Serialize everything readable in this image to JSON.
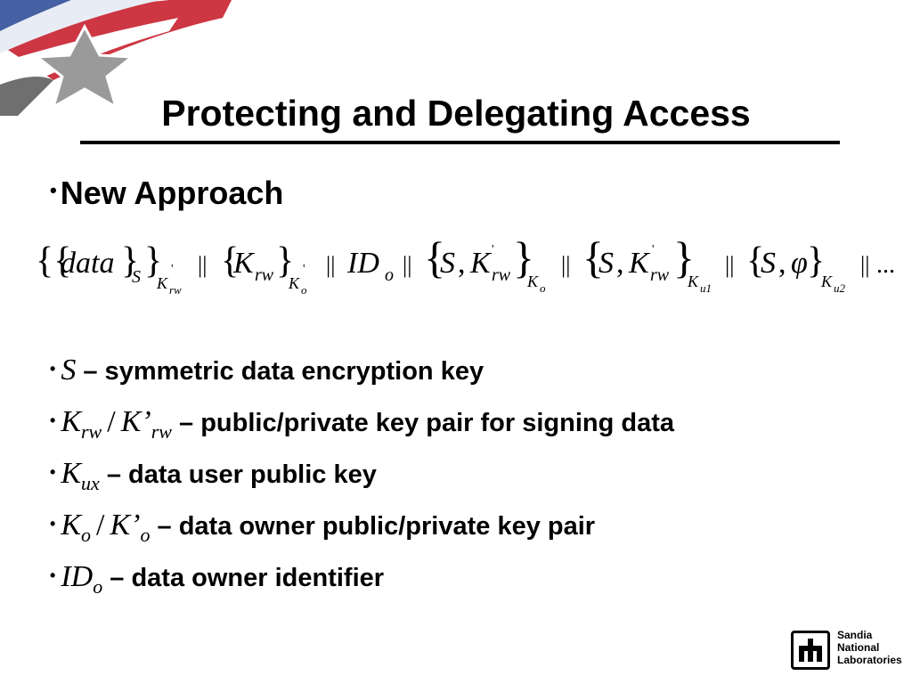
{
  "slide": {
    "title": "Protecting and Delegating Access",
    "main_bullet": "New Approach",
    "definitions": [
      {
        "symbol_base": "S",
        "symbol_sub": "",
        "symbol_pair_base": "",
        "symbol_pair_sub": "",
        "text": "– symmetric data encryption key"
      },
      {
        "symbol_base": "K",
        "symbol_sub": "rw",
        "symbol_pair_base": "K’",
        "symbol_pair_sub": "rw",
        "text": "– public/private key pair for signing data"
      },
      {
        "symbol_base": "K",
        "symbol_sub": "ux",
        "symbol_pair_base": "",
        "symbol_pair_sub": "",
        "text": "– data user public key"
      },
      {
        "symbol_base": "K",
        "symbol_sub": "o",
        "symbol_pair_base": "K’",
        "symbol_pair_sub": "o",
        "text": "– data owner public/private key pair"
      },
      {
        "symbol_base": "ID",
        "symbol_sub": "o",
        "symbol_pair_base": "",
        "symbol_pair_sub": "",
        "text": "– data owner identifier"
      }
    ]
  },
  "formula": {
    "t_data": "data",
    "t_S": "S",
    "t_Krw_sub": "K",
    "t_rw": "rw",
    "t_prime": "'",
    "t_sep": "||",
    "t_K": "K",
    "t_Ko_sub": "K",
    "t_o": "o",
    "t_ID": "ID",
    "t_S2": "S",
    "t_comma": ",",
    "t_Kprime": "K",
    "t_Ku": "K",
    "t_u1": "u1",
    "t_u2": "u2",
    "t_phi": "φ",
    "t_ellipsis": "..."
  },
  "logo": {
    "org_line1": "Sandia",
    "org_line2": "National",
    "org_line3": "Laboratories"
  },
  "colors": {
    "flag_red": "#c8202f",
    "flag_blue": "#1b3d8f",
    "star_gray": "#8a8a8a"
  }
}
